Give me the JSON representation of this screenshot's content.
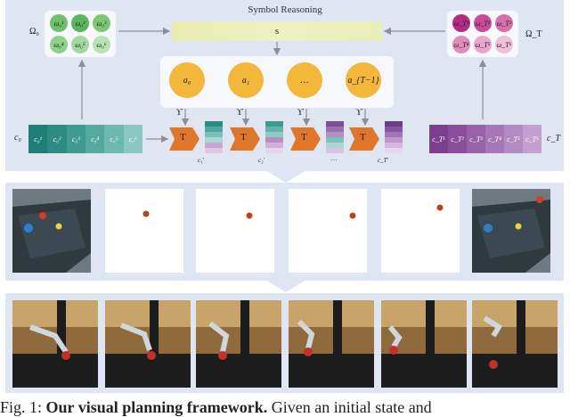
{
  "figure": {
    "title": "Symbol Reasoning",
    "symbols": {
      "omega_0": "Ω₀",
      "omega_T": "Ω_T",
      "s": "s",
      "c_0": "c₀",
      "c_T": "c_T",
      "upsilon": "ϒ",
      "t_block": "T",
      "ellipsis": "…"
    },
    "omega0_circles": [
      "ω₀¹",
      "ω₀²",
      "ω₀³",
      "ω₀⁴",
      "ω₀⁵",
      "ω₀⁶"
    ],
    "omegaT_circles": [
      "ω_T¹",
      "ω_T²",
      "ω_T³",
      "ω_T⁴",
      "ω_T⁵",
      "ω_T⁶"
    ],
    "actions": [
      "a₀",
      "a₁",
      "…",
      "a_{T−1}"
    ],
    "c0_cells": [
      "c₀¹",
      "c₀²",
      "c₀³",
      "c₀⁴",
      "c₀⁵",
      "c₀⁶"
    ],
    "cT_cells": [
      "c_T¹",
      "c_T²",
      "c_T³",
      "c_T⁴",
      "c_T⁵",
      "c_T⁶"
    ],
    "intermediate_labels": [
      "c₁'",
      "c₂'",
      "…",
      "c_T'"
    ],
    "colors": {
      "panel": "#dfe5f1",
      "teal": "#2f8f86",
      "purple": "#8a4f9a",
      "orange": "#e0762a",
      "action": "#f2b73b",
      "s_bar": "#e9edb6",
      "green_circle": "#7fc97a",
      "magenta_circle": "#c2449a"
    }
  },
  "caption": {
    "prefix": "Fig. 1: ",
    "bold": "Our visual planning framework.",
    "rest": " Given an initial state and"
  }
}
